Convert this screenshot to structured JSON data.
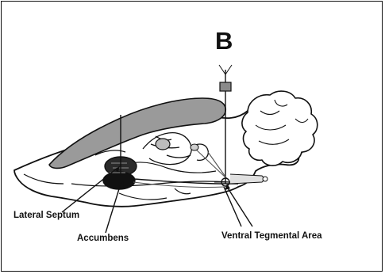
{
  "figure": {
    "panel_letter": "B",
    "labels": {
      "lateral_septum": "Lateral Septum",
      "accumbens": "Accumbens",
      "vta": "Ventral Tegmental Area"
    }
  },
  "colors": {
    "ink": "#111111",
    "cortex_fill": "#9a9a9a",
    "electrode_block": "#8a8a8a",
    "region_dark": "#1a1a1a",
    "background": "#ffffff"
  }
}
